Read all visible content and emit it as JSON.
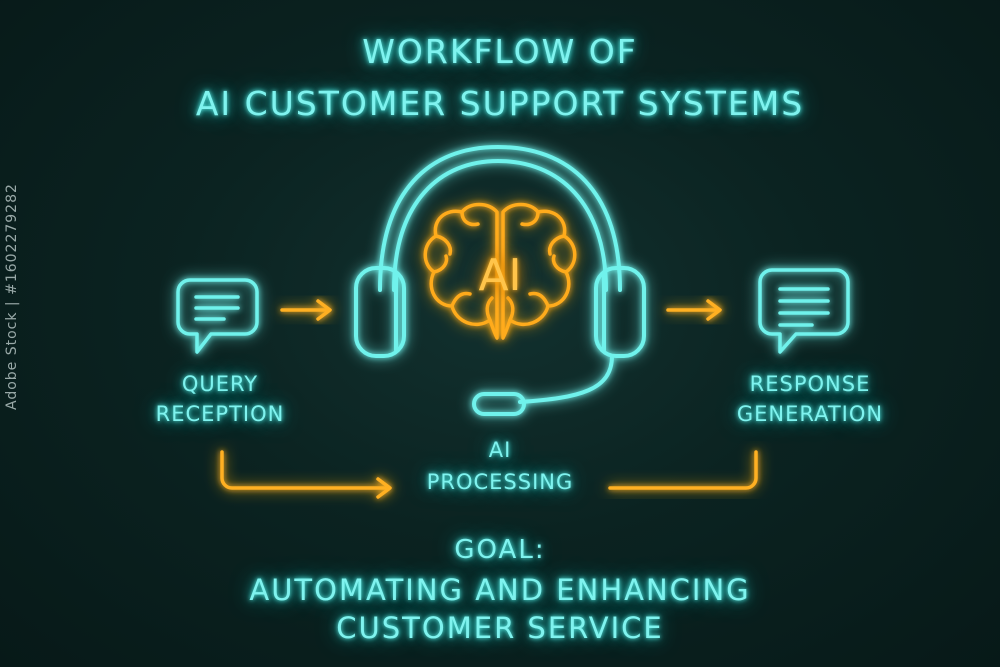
{
  "title": {
    "line1": "WORKFLOW OF",
    "line2": "AI CUSTOMER SUPPORT SYSTEMS"
  },
  "nodes": {
    "query": {
      "line1": "QUERY",
      "line2": "RECEPTION",
      "icon": "chat-bubble-icon"
    },
    "processing": {
      "line1": "AI",
      "line2": "PROCESSING",
      "icon": "headset-brain-icon",
      "badge": "AI"
    },
    "response": {
      "line1": "RESPONSE",
      "line2": "GENERATION",
      "icon": "chat-bubble-icon"
    }
  },
  "goal": {
    "heading": "GOAL:",
    "line1": "AUTOMATING AND ENHANCING",
    "line2": "CUSTOMER SERVICE"
  },
  "watermark": "Adobe Stock | #1602279282",
  "colors": {
    "background": "#0b2321",
    "neon_cyan": "#5ef0e8",
    "neon_orange": "#ffb020"
  }
}
